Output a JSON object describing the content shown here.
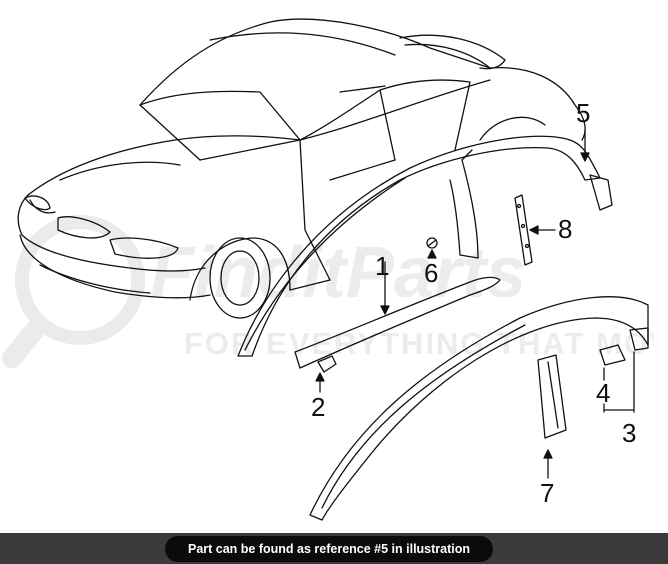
{
  "watermark": {
    "brand": "FinditParts",
    "tagline": "FOR EVERYTHING THAT MOVES",
    "color": "#e6e6e6",
    "icon": "magnifier-logo"
  },
  "diagram": {
    "callouts": [
      {
        "id": "1",
        "label": "1"
      },
      {
        "id": "2",
        "label": "2"
      },
      {
        "id": "3",
        "label": "3"
      },
      {
        "id": "4",
        "label": "4"
      },
      {
        "id": "5",
        "label": "5"
      },
      {
        "id": "6",
        "label": "6"
      },
      {
        "id": "7",
        "label": "7"
      },
      {
        "id": "8",
        "label": "8"
      }
    ]
  },
  "caption": {
    "text": "Part can be found as reference #5 in illustration",
    "background": "#0b0b0b",
    "text_color": "#ffffff"
  }
}
